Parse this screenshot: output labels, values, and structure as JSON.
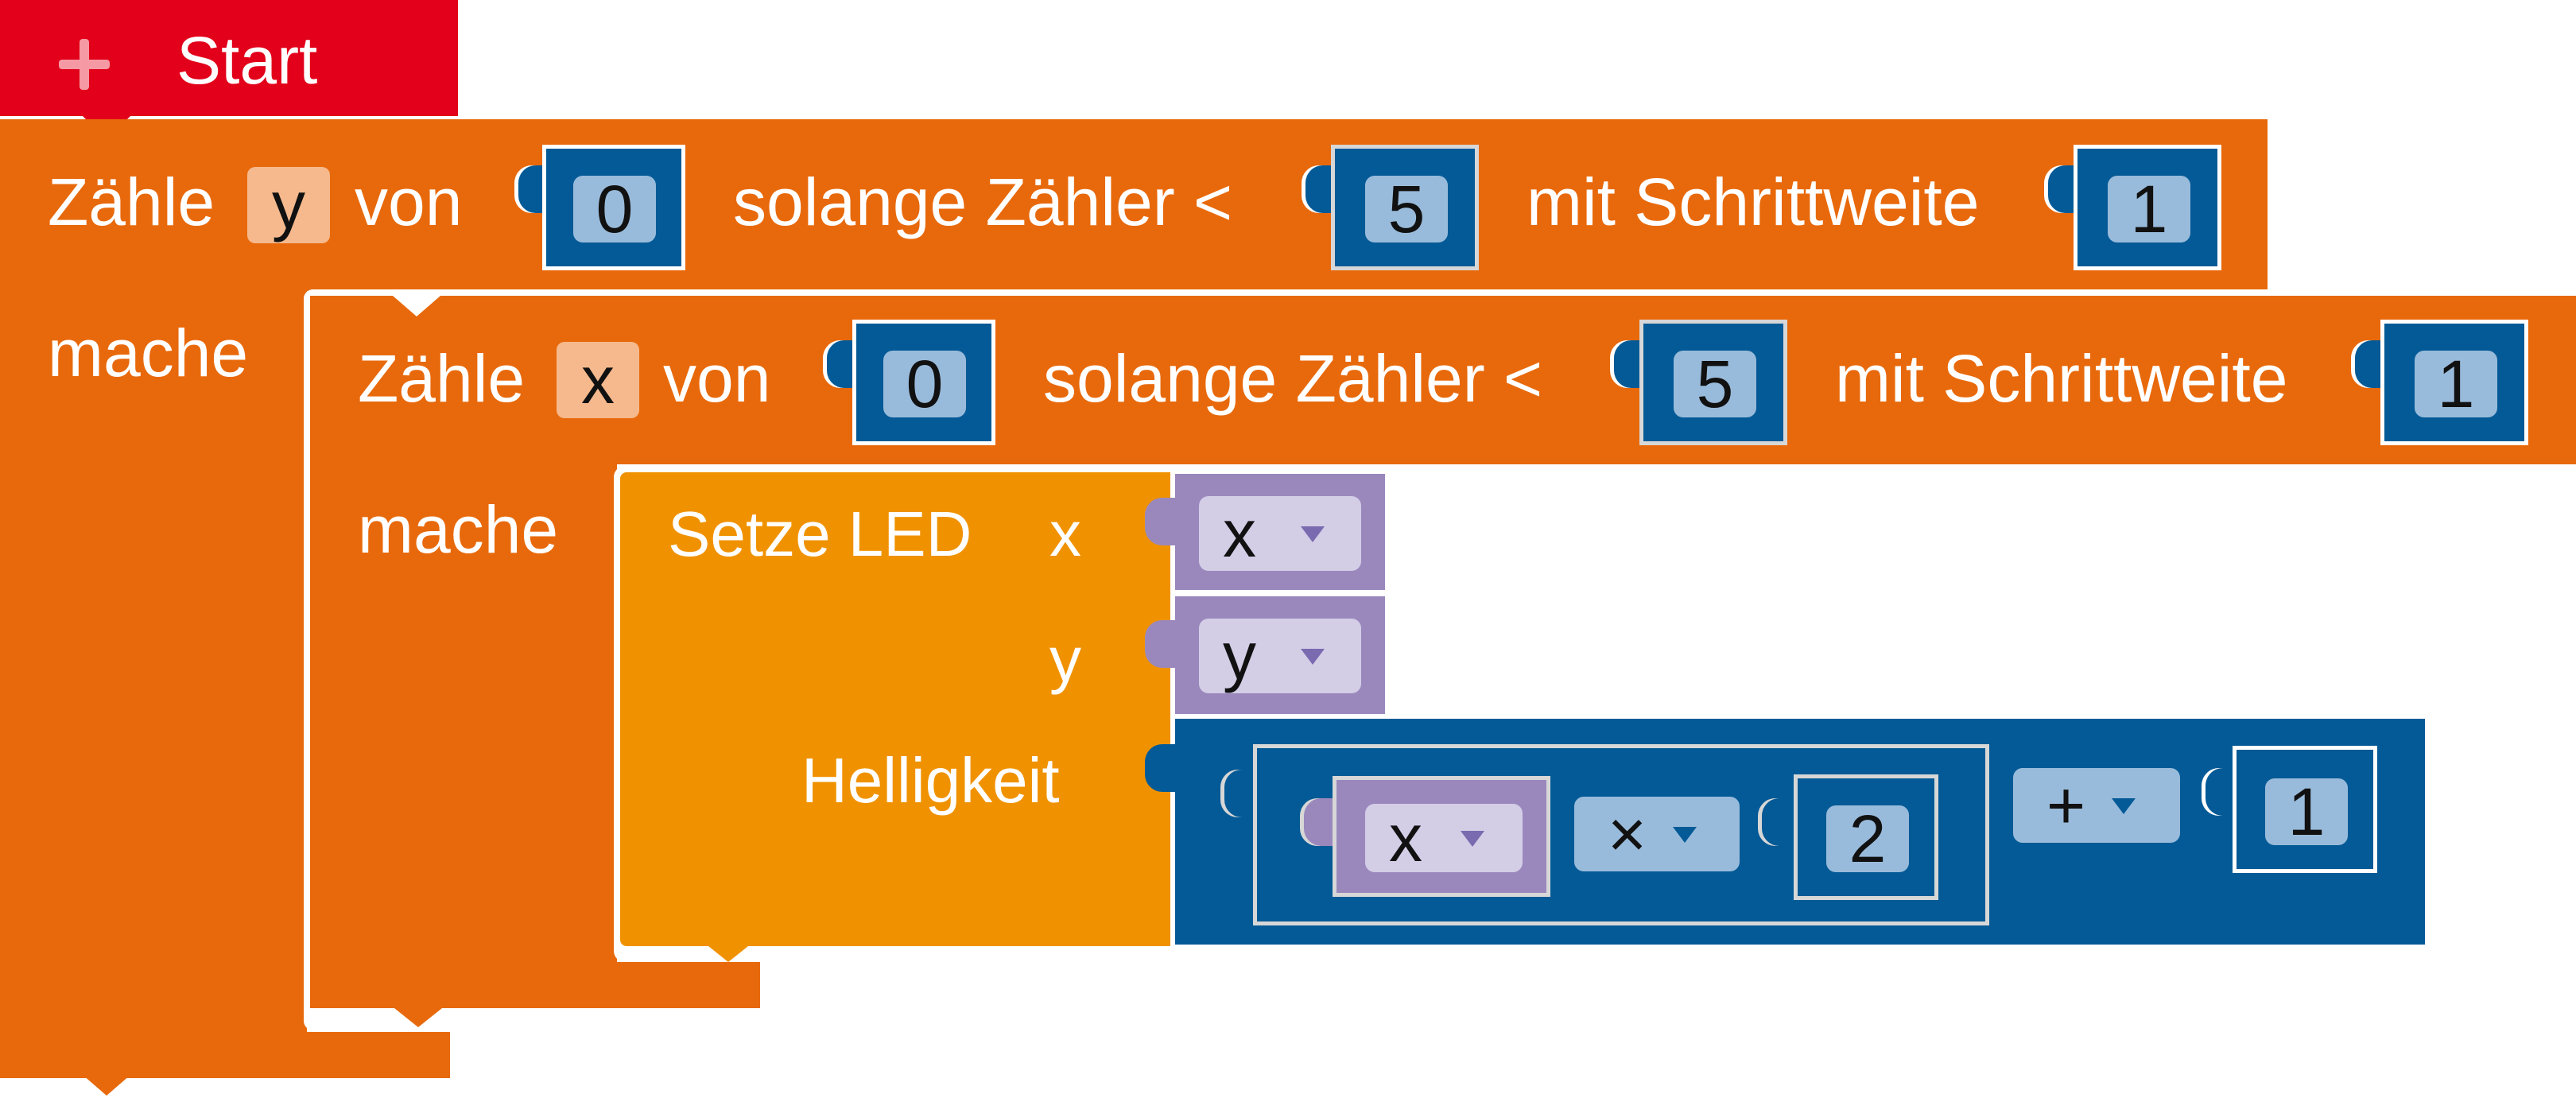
{
  "start_block": {
    "label": "Start"
  },
  "outer_loop": {
    "prefix": "Zähle",
    "variable": "y",
    "from_label": "von",
    "from_value": "0",
    "while_label": "solange Zähler <",
    "limit_value": "5",
    "step_label": "mit Schrittweite",
    "step_value": "1",
    "do_label": "mache"
  },
  "inner_loop": {
    "prefix": "Zähle",
    "variable": "x",
    "from_label": "von",
    "from_value": "0",
    "while_label": "solange Zähler <",
    "limit_value": "5",
    "step_label": "mit Schrittweite",
    "step_value": "1",
    "do_label": "mache"
  },
  "set_led": {
    "label": "Setze LED",
    "x_label": "x",
    "y_label": "y",
    "brightness_label": "Helligkeit",
    "x_var": "x",
    "y_var": "y"
  },
  "expression": {
    "multiply_var": "x",
    "multiply_operator": "×",
    "multiply_value": "2",
    "add_operator": "+",
    "add_value": "1"
  },
  "colors": {
    "control_orange": "#e8690b",
    "action_orange": "#f09200",
    "math_blue": "#045a96",
    "variable_purple": "#9a88bd",
    "start_red": "#e2001a"
  },
  "icons": {
    "start": "plus-icon",
    "dropdown": "dropdown-arrow-icon"
  }
}
